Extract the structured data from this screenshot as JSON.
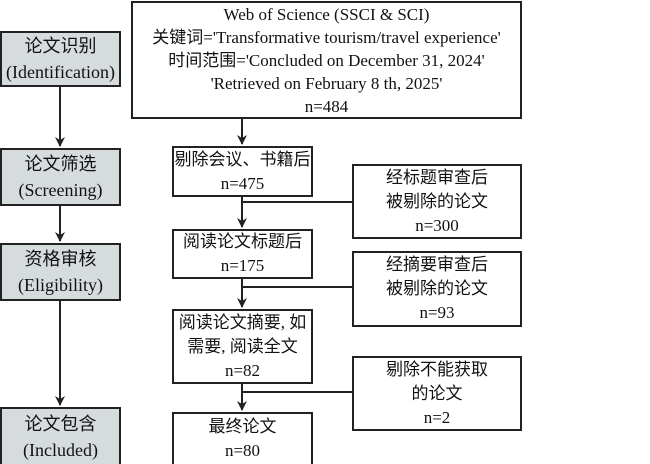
{
  "stages": [
    {
      "zh": "论文识别",
      "en": "(Identification)"
    },
    {
      "zh": "论文筛选",
      "en": "(Screening)"
    },
    {
      "zh": "资格审核",
      "en": "(Eligibility)"
    },
    {
      "zh": "论文包含",
      "en": "(Included)"
    }
  ],
  "source": {
    "line1": "Web of Science (SSCI & SCI)",
    "line2": "关键词='Transformative tourism/travel experience'",
    "line3": "时间范围='Concluded on December 31, 2024'",
    "line4": "'Retrieved on February 8 th, 2025'",
    "n": "n=484"
  },
  "flow": [
    {
      "lines": [
        "剔除会议、书籍后"
      ],
      "n": "n=475"
    },
    {
      "lines": [
        "阅读论文标题后"
      ],
      "n": "n=175"
    },
    {
      "lines": [
        "阅读论文摘要, 如",
        "需要, 阅读全文"
      ],
      "n": "n=82"
    },
    {
      "lines": [
        "最终论文"
      ],
      "n": "n=80"
    }
  ],
  "excluded": [
    {
      "lines": [
        "经标题审查后",
        "被剔除的论文"
      ],
      "n": "n=300"
    },
    {
      "lines": [
        "经摘要审查后",
        "被剔除的论文"
      ],
      "n": "n=93"
    },
    {
      "lines": [
        "剔除不能获取",
        "的论文"
      ],
      "n": "n=2"
    }
  ]
}
